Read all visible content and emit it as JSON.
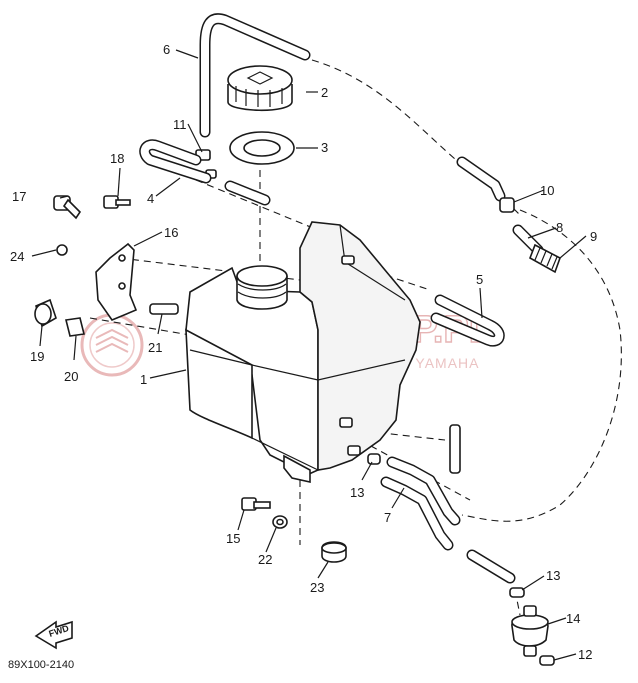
{
  "diagram_code": "89X100-2140",
  "watermark": {
    "main": "YAMA-SKLEP.PL",
    "sub": "WOJCIECHOWICZ | DEALER YAMAHA"
  },
  "fwd_arrow": {
    "label": "FWD"
  },
  "parts": [
    {
      "id": "1",
      "label": "1"
    },
    {
      "id": "2",
      "label": "2"
    },
    {
      "id": "3",
      "label": "3"
    },
    {
      "id": "4",
      "label": "4"
    },
    {
      "id": "5",
      "label": "5"
    },
    {
      "id": "6",
      "label": "6"
    },
    {
      "id": "7",
      "label": "7"
    },
    {
      "id": "8",
      "label": "8"
    },
    {
      "id": "9",
      "label": "9"
    },
    {
      "id": "10",
      "label": "10"
    },
    {
      "id": "11",
      "label": "11"
    },
    {
      "id": "12",
      "label": "12"
    },
    {
      "id": "13a",
      "label": "13"
    },
    {
      "id": "13b",
      "label": "13"
    },
    {
      "id": "14",
      "label": "14"
    },
    {
      "id": "15",
      "label": "15"
    },
    {
      "id": "16",
      "label": "16"
    },
    {
      "id": "17",
      "label": "17"
    },
    {
      "id": "18",
      "label": "18"
    },
    {
      "id": "19",
      "label": "19"
    },
    {
      "id": "20",
      "label": "20"
    },
    {
      "id": "21",
      "label": "21"
    },
    {
      "id": "22",
      "label": "22"
    },
    {
      "id": "23",
      "label": "23"
    },
    {
      "id": "24",
      "label": "24"
    }
  ]
}
